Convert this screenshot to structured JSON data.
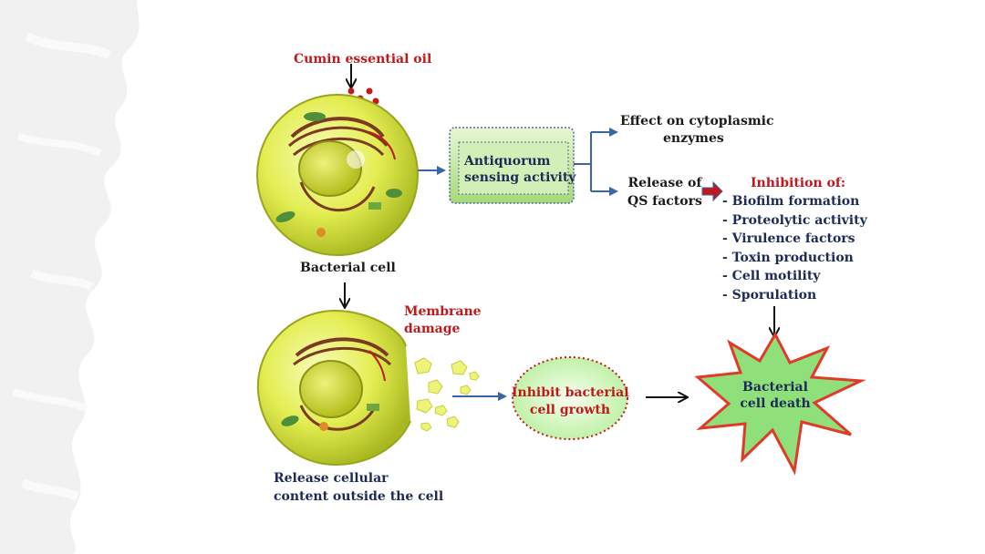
{
  "diagram": {
    "cumin_label": "Cumin essential oil",
    "bacterial_cell_label": "Bacterial cell",
    "antiquorum": [
      "Antiquorum",
      "sensing activity"
    ],
    "cytoplasmic_effect": [
      "Effect on cytoplasmic",
      "enzymes"
    ],
    "qs_release": [
      "Release of",
      "QS factors"
    ],
    "inhibition_title": "Inhibition of:",
    "inhibition_items": [
      "- Biofilm formation",
      "- Proteolytic activity",
      "- Virulence factors",
      "- Toxin production",
      "- Cell motility",
      "- Sporulation"
    ],
    "membrane_damage": [
      "Membrane",
      "damage"
    ],
    "inhibit_growth": [
      "Inhibit bacterial",
      "cell growth"
    ],
    "cell_death": [
      "Bacterial",
      "cell death"
    ],
    "release_content": [
      "Release cellular",
      "content outside the cell"
    ]
  },
  "colors": {
    "red_text": "#c0191c",
    "navy_text": "#1d2a55",
    "arrow_blue": "#3a66a8",
    "green_box": "#a8dc7a",
    "starburst_fill": "#8fe07a",
    "starburst_stroke": "#e03a2a",
    "cell_yellow": "#e6f05a",
    "membrane_brown": "#7a3b22"
  }
}
